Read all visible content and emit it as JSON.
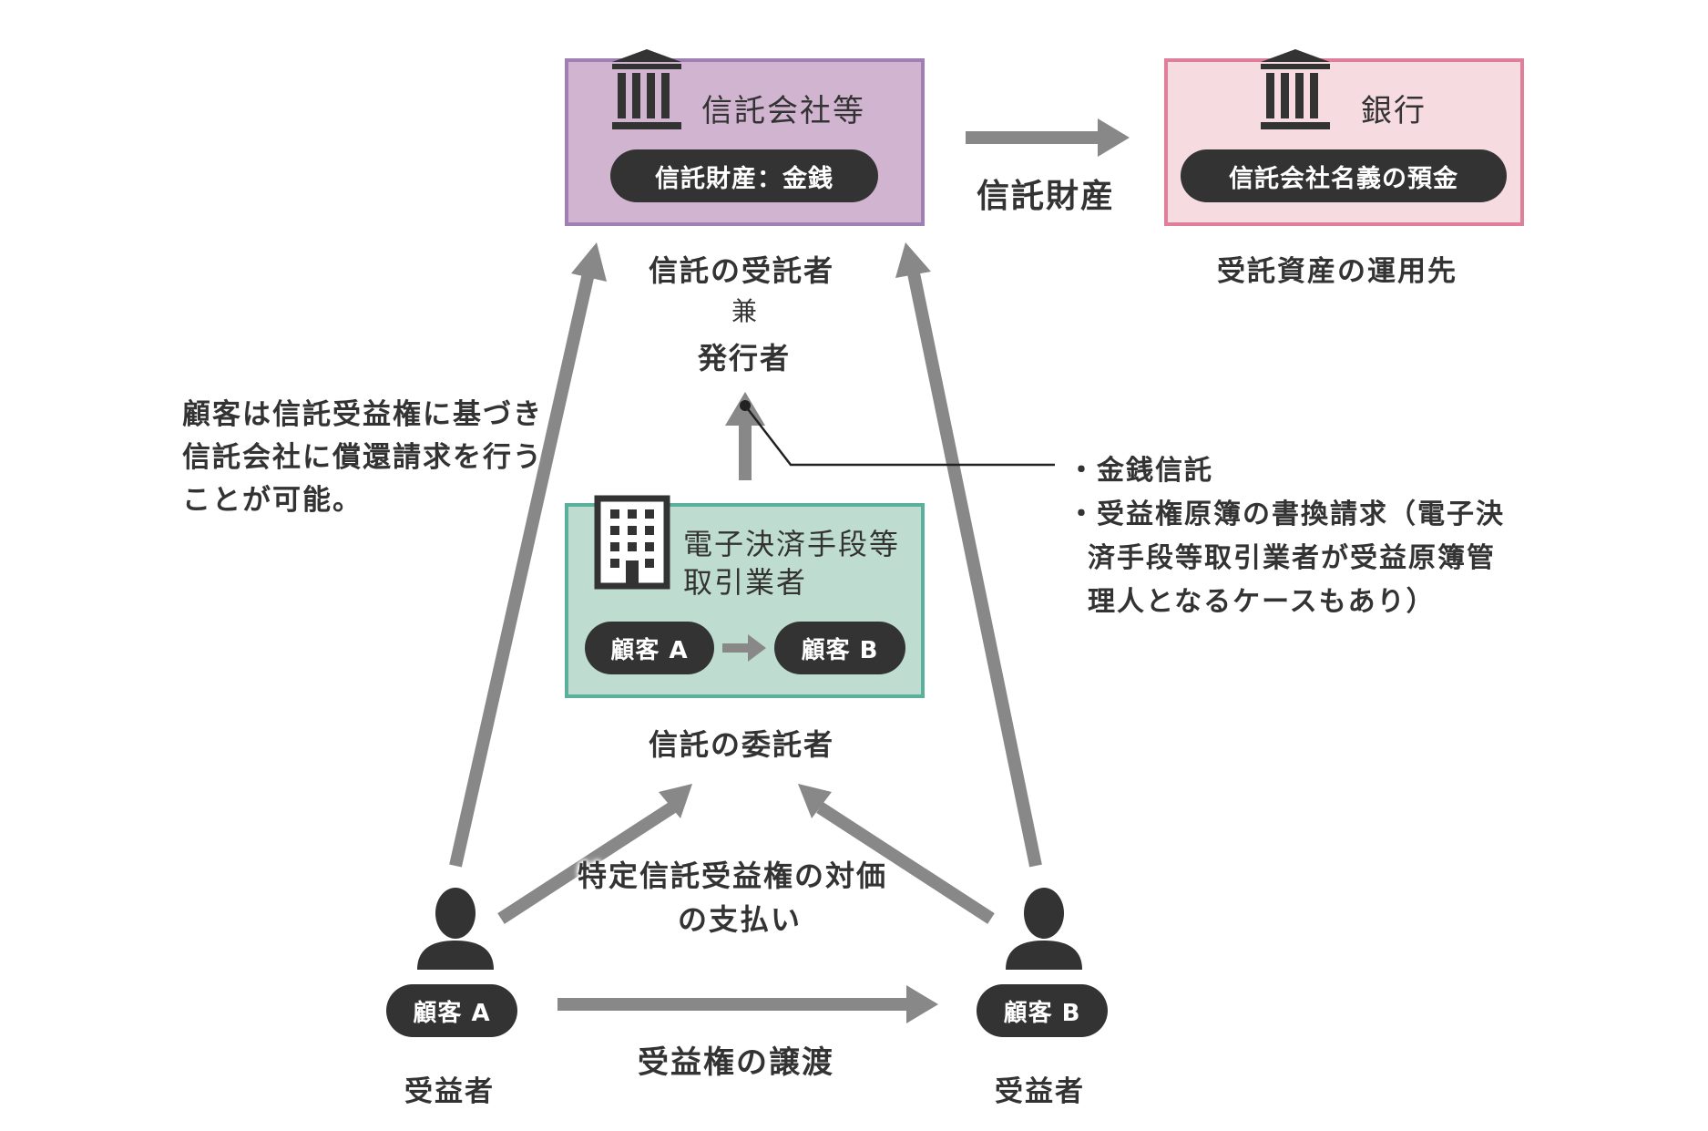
{
  "trust_company": {
    "name": "信託会社等",
    "property_pill": "信託財産：金銭",
    "role_trustee": "信託の受託者",
    "role_connector": "兼",
    "role_issuer": "発行者"
  },
  "bank": {
    "name": "銀行",
    "deposit_pill": "信託会社名義の預金",
    "role": "受託資産の運用先"
  },
  "flow_label_trust_property": "信託財産",
  "ept": {
    "name_line1": "電子決済手段等",
    "name_line2": "取引業者",
    "customer_a": "顧客 A",
    "customer_b": "顧客 B",
    "role": "信託の委託者"
  },
  "note_left": [
    "顧客は信託受益権に基づき",
    "信託会社に償還請求を行う",
    "ことが可能。"
  ],
  "note_right": [
    "・金銭信託",
    "・受益権原簿の書換請求（電子決",
    "済手段等取引業者が受益原簿管",
    "理人となるケースもあり）"
  ],
  "payment_label": [
    "特定信託受益権の対価",
    "の支払い"
  ],
  "customers": {
    "a_label": "顧客 A",
    "b_label": "顧客 B",
    "a_role": "受益者",
    "b_role": "受益者"
  },
  "transfer_label": "受益権の譲渡",
  "colors": {
    "trust_fill": "#d0b4d0",
    "trust_border": "#a07fb5",
    "bank_fill": "#f6dbe1",
    "bank_border": "#e07f9a",
    "ept_fill": "#bfdcd0",
    "ept_border": "#5ab09a",
    "arrow": "#888888",
    "pill": "#333333"
  }
}
